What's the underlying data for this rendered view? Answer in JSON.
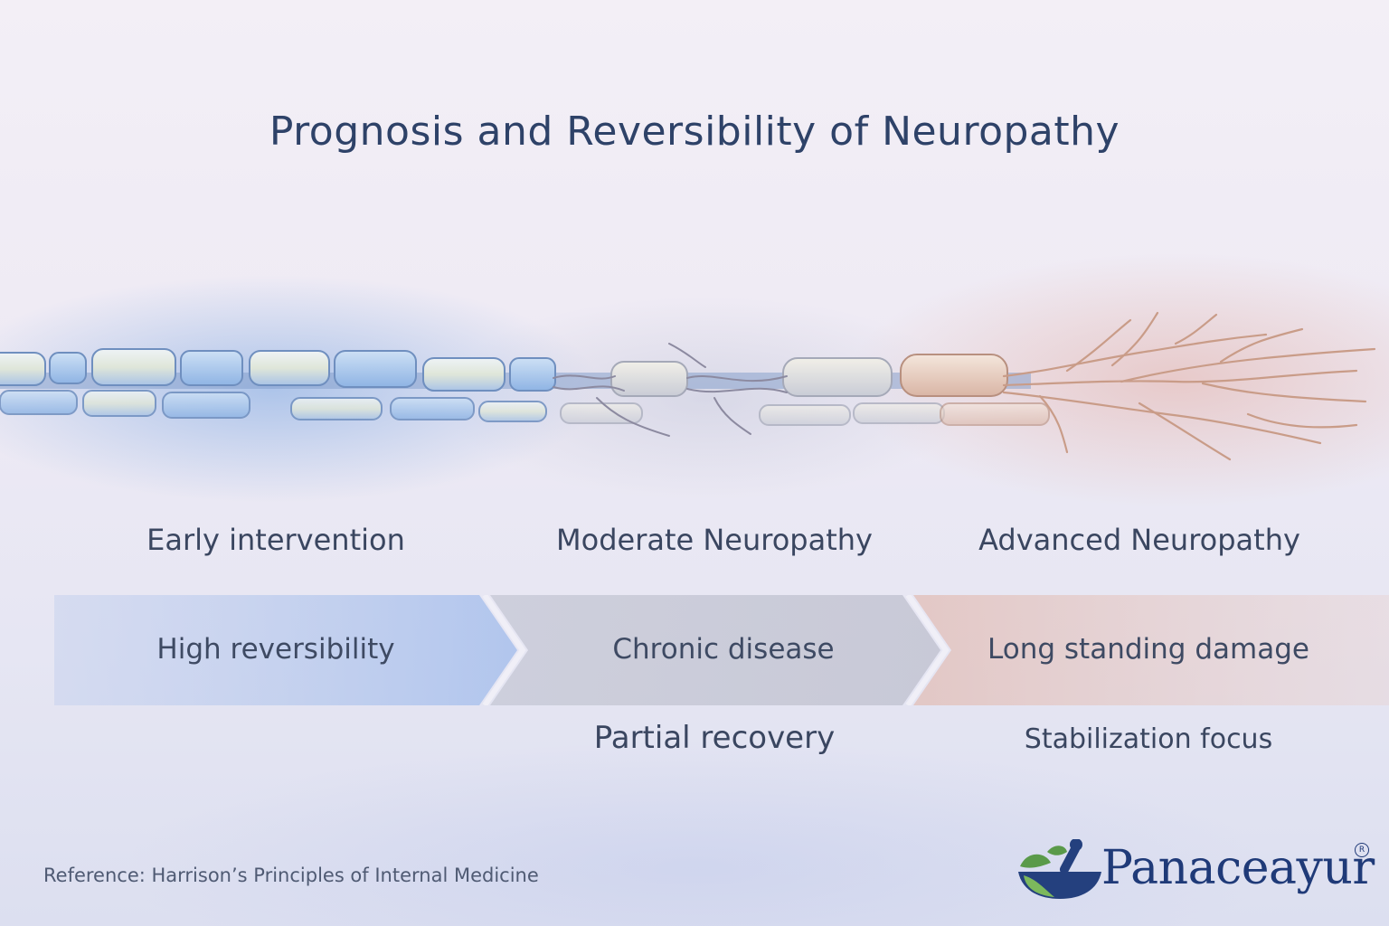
{
  "title": "Prognosis and Reversibility of Neuropathy",
  "stages": [
    {
      "label": "Early intervention",
      "arrow_text": "High reversibility",
      "outcome": "",
      "color": "#7fa6e0"
    },
    {
      "label": "Moderate Neuropathy",
      "arrow_text": "Chronic disease",
      "outcome": "Partial recovery",
      "color": "#c7c8d6"
    },
    {
      "label": "Advanced Neuropathy",
      "arrow_text": "Long standing damage",
      "outcome": "Stabilization focus",
      "color": "#e0b4aa"
    }
  ],
  "reference": "Reference: Harrison’s Principles of Internal Medicine",
  "brand": {
    "name": "Panaceayur",
    "registered_mark": "R",
    "icon": "mortar-pestle-leaf-icon",
    "color": "#1f3a78"
  },
  "colors": {
    "title": "#2e4268",
    "healthy_nerve": "#9ec0ea",
    "damaged_nerve": "#e8c8b8"
  }
}
